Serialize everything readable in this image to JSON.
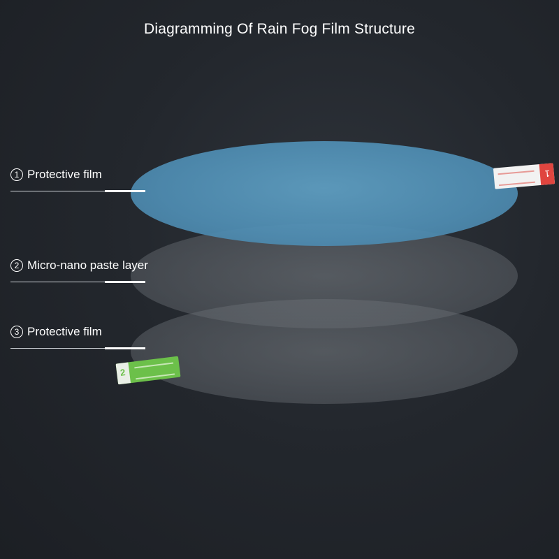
{
  "title": "Diagramming Of Rain Fog Film Structure",
  "labels": [
    {
      "number": "1",
      "text": "Protective film"
    },
    {
      "number": "2",
      "text": "Micro-nano paste layer"
    },
    {
      "number": "3",
      "text": "Protective film"
    }
  ],
  "tabs": {
    "top_tab_number": "1",
    "bottom_tab_number": "2"
  },
  "colors": {
    "background": "#1e2228",
    "top_layer": "#5fa0c4",
    "middle_layer": "#6e7378",
    "bottom_layer": "#6e7378",
    "top_tab_accent": "#e0453f",
    "bottom_tab_accent": "#6cc04a"
  }
}
